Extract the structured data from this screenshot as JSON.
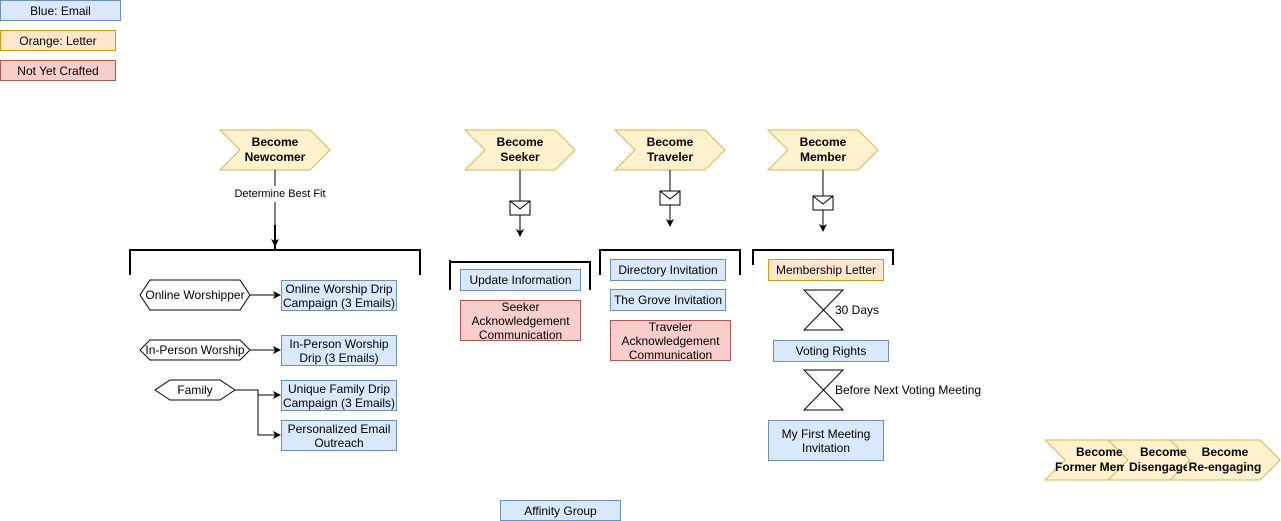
{
  "colors": {
    "email_fill": "#dae8fc",
    "email_stroke": "#6c8ebf",
    "letter_fill": "#ffe6cc",
    "letter_stroke": "#d79b00",
    "not_crafted_fill": "#f8cecc",
    "not_crafted_stroke": "#b85450",
    "stage_fill": "#fff2cc",
    "stage_stroke": "#d6b656"
  },
  "legend": {
    "email": "Blue: Email",
    "letter": "Orange: Letter",
    "not_crafted": "Not Yet Crafted"
  },
  "stages": {
    "newcomer": {
      "line1": "Become",
      "line2": "Newcomer"
    },
    "seeker": {
      "line1": "Become",
      "line2": "Seeker"
    },
    "traveler": {
      "line1": "Become",
      "line2": "Traveler"
    },
    "member": {
      "line1": "Become",
      "line2": "Member"
    },
    "former_member": {
      "line1": "Become",
      "line2": "Former Member"
    },
    "disengaged": {
      "line1": "Become",
      "line2": "Disengaged"
    },
    "reengaging": {
      "line1": "Become",
      "line2": "Re-engaging"
    }
  },
  "newcomer": {
    "edge_label": "Determine Best Fit",
    "online_worshipper": "Online Worshipper",
    "inperson_worship": "In-Person Worship",
    "family": "Family",
    "online_drip": "Online Worship Drip Campaign (3 Emails)",
    "inperson_drip": "In-Person Worship Drip (3 Emails)",
    "family_drip": "Unique Family Drip Campaign (3 Emails)",
    "personalized_outreach": "Personalized Email Outreach"
  },
  "seeker": {
    "update_information": "Update Information",
    "acknowledgement": "Seeker Acknowledgement Communication"
  },
  "traveler": {
    "directory_invitation": "Directory Invitation",
    "grove_invitation": "The Grove Invitation",
    "acknowledgement": "Traveler Acknowledgement Communication"
  },
  "member": {
    "membership_letter": "Membership Letter",
    "wait_1": "30 Days",
    "voting_rights": "Voting Rights",
    "wait_2": "Before Next Voting Meeting",
    "first_meeting": "My First Meeting Invitation"
  },
  "affinity_group": "Affinity Group"
}
